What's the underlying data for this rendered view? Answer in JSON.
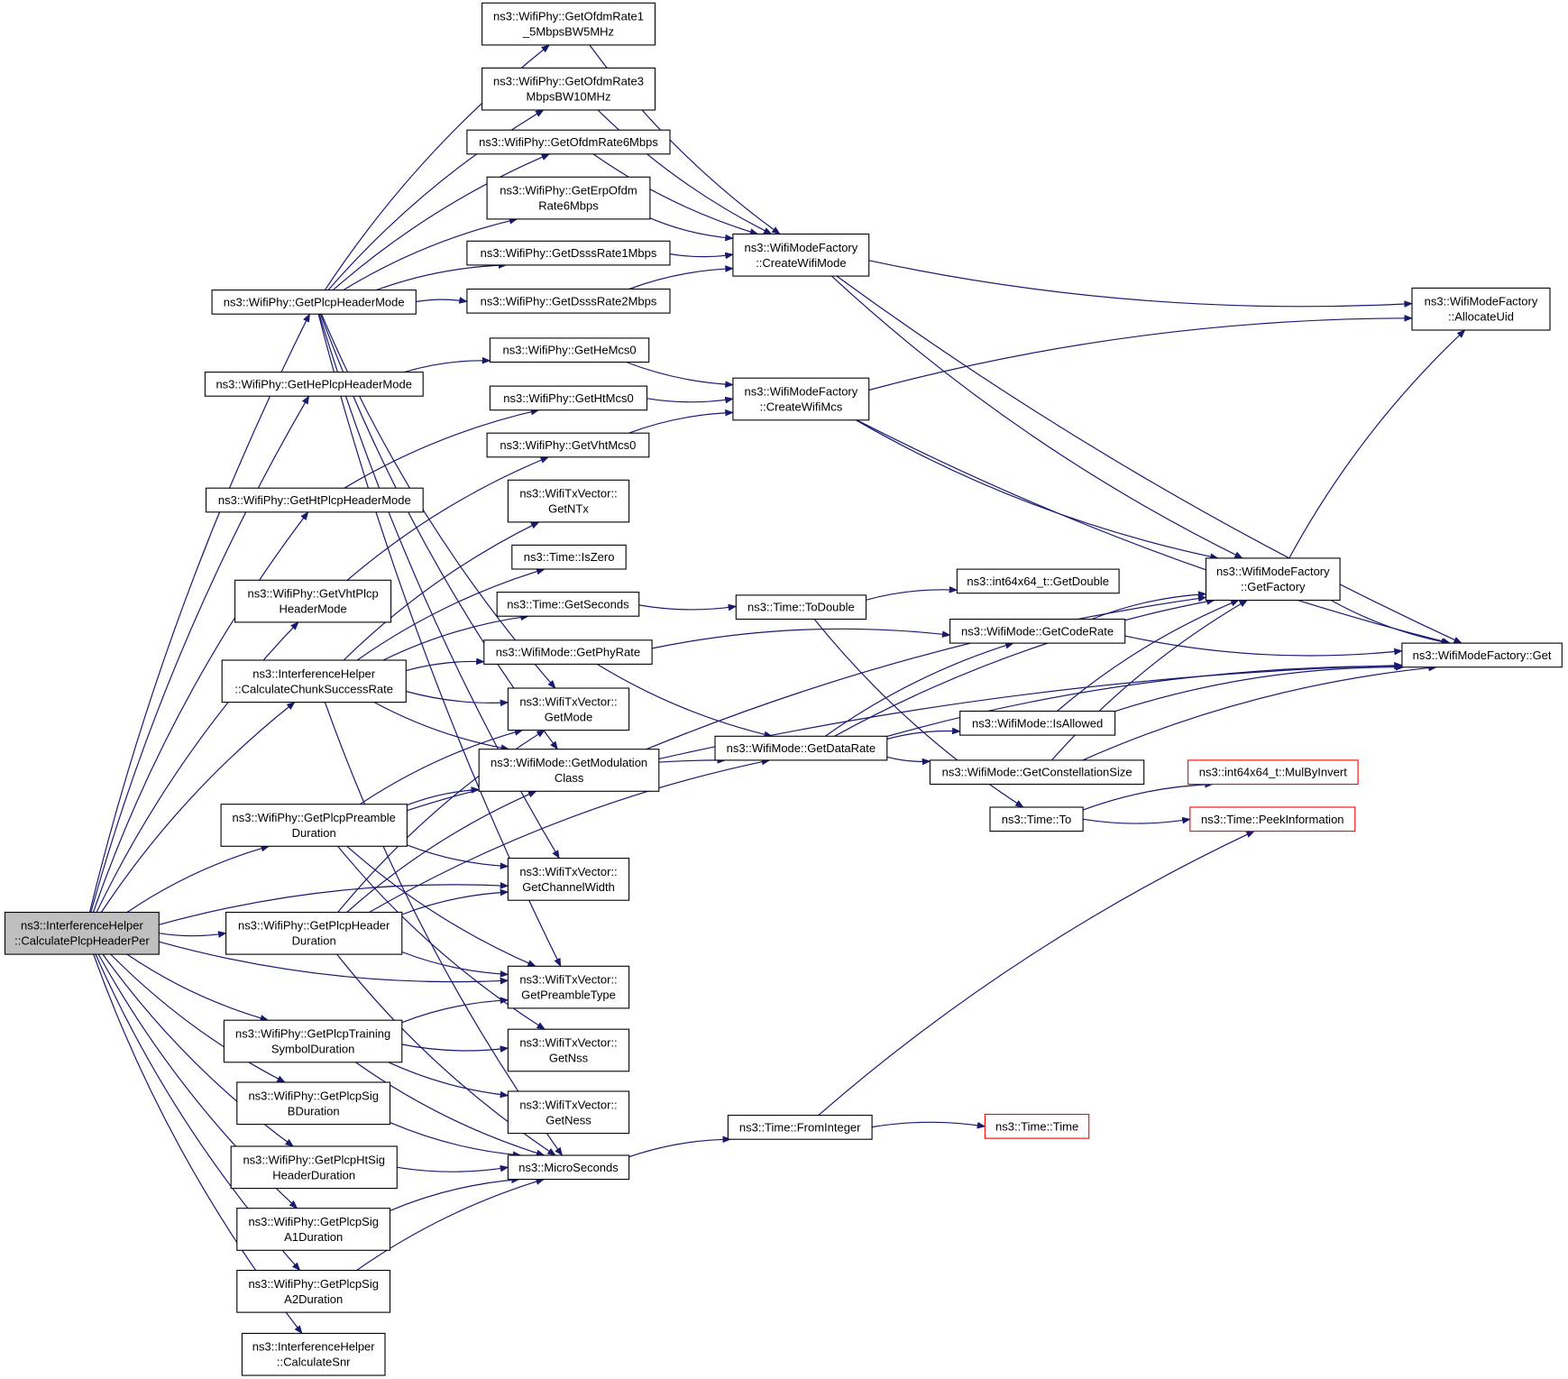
{
  "nodes": [
    {
      "id": "root",
      "lines": [
        "ns3::InterferenceHelper",
        "::CalculatePlcpHeaderPer"
      ],
      "root": true
    },
    {
      "id": "getPlcpHeaderMode",
      "lines": [
        "ns3::WifiPhy::GetPlcpHeaderMode"
      ]
    },
    {
      "id": "getHePlcpHeaderMode",
      "lines": [
        "ns3::WifiPhy::GetHePlcpHeaderMode"
      ]
    },
    {
      "id": "getHtPlcpHeaderMode",
      "lines": [
        "ns3::WifiPhy::GetHtPlcpHeaderMode"
      ]
    },
    {
      "id": "getVhtPlcpHeaderMode",
      "lines": [
        "ns3::WifiPhy::GetVhtPlcp",
        "HeaderMode"
      ]
    },
    {
      "id": "calcChunk",
      "lines": [
        "ns3::InterferenceHelper",
        "::CalculateChunkSuccessRate"
      ]
    },
    {
      "id": "getPlcpPreambleDuration",
      "lines": [
        "ns3::WifiPhy::GetPlcpPreamble",
        "Duration"
      ]
    },
    {
      "id": "getPlcpHeaderDuration",
      "lines": [
        "ns3::WifiPhy::GetPlcpHeader",
        "Duration"
      ]
    },
    {
      "id": "getPlcpTraining",
      "lines": [
        "ns3::WifiPhy::GetPlcpTraining",
        "SymbolDuration"
      ]
    },
    {
      "id": "getPlcpSigB",
      "lines": [
        "ns3::WifiPhy::GetPlcpSig",
        "BDuration"
      ]
    },
    {
      "id": "getPlcpHtSig",
      "lines": [
        "ns3::WifiPhy::GetPlcpHtSig",
        "HeaderDuration"
      ]
    },
    {
      "id": "getPlcpSigA1",
      "lines": [
        "ns3::WifiPhy::GetPlcpSig",
        "A1Duration"
      ]
    },
    {
      "id": "getPlcpSigA2",
      "lines": [
        "ns3::WifiPhy::GetPlcpSig",
        "A2Duration"
      ]
    },
    {
      "id": "calcSnr",
      "lines": [
        "ns3::InterferenceHelper",
        "::CalculateSnr"
      ]
    },
    {
      "id": "ofdm15",
      "lines": [
        "ns3::WifiPhy::GetOfdmRate1",
        "_5MbpsBW5MHz"
      ]
    },
    {
      "id": "ofdm3",
      "lines": [
        "ns3::WifiPhy::GetOfdmRate3",
        "MbpsBW10MHz"
      ]
    },
    {
      "id": "ofdm6",
      "lines": [
        "ns3::WifiPhy::GetOfdmRate6Mbps"
      ]
    },
    {
      "id": "erp6",
      "lines": [
        "ns3::WifiPhy::GetErpOfdm",
        "Rate6Mbps"
      ]
    },
    {
      "id": "dsss1",
      "lines": [
        "ns3::WifiPhy::GetDsssRate1Mbps"
      ]
    },
    {
      "id": "dsss2",
      "lines": [
        "ns3::WifiPhy::GetDsssRate2Mbps"
      ]
    },
    {
      "id": "heMcs0",
      "lines": [
        "ns3::WifiPhy::GetHeMcs0"
      ]
    },
    {
      "id": "htMcs0",
      "lines": [
        "ns3::WifiPhy::GetHtMcs0"
      ]
    },
    {
      "id": "vhtMcs0",
      "lines": [
        "ns3::WifiPhy::GetVhtMcs0"
      ]
    },
    {
      "id": "getNTx",
      "lines": [
        "ns3::WifiTxVector::",
        "GetNTx"
      ]
    },
    {
      "id": "isZero",
      "lines": [
        "ns3::Time::IsZero"
      ]
    },
    {
      "id": "getSeconds",
      "lines": [
        "ns3::Time::GetSeconds"
      ]
    },
    {
      "id": "getPhyRate",
      "lines": [
        "ns3::WifiMode::GetPhyRate"
      ]
    },
    {
      "id": "getMode",
      "lines": [
        "ns3::WifiTxVector::",
        "GetMode"
      ]
    },
    {
      "id": "getModClass",
      "lines": [
        "ns3::WifiMode::GetModulation",
        "Class"
      ]
    },
    {
      "id": "getChannelWidth",
      "lines": [
        "ns3::WifiTxVector::",
        "GetChannelWidth"
      ]
    },
    {
      "id": "getPreambleType",
      "lines": [
        "ns3::WifiTxVector::",
        "GetPreambleType"
      ]
    },
    {
      "id": "getNss",
      "lines": [
        "ns3::WifiTxVector::",
        "GetNss"
      ]
    },
    {
      "id": "getNess",
      "lines": [
        "ns3::WifiTxVector::",
        "GetNess"
      ]
    },
    {
      "id": "microSeconds",
      "lines": [
        "ns3::MicroSeconds"
      ]
    },
    {
      "id": "createWifiMode",
      "lines": [
        "ns3::WifiModeFactory",
        "::CreateWifiMode"
      ]
    },
    {
      "id": "createWifiMcs",
      "lines": [
        "ns3::WifiModeFactory",
        "::CreateWifiMcs"
      ]
    },
    {
      "id": "toDouble",
      "lines": [
        "ns3::Time::ToDouble"
      ]
    },
    {
      "id": "getDataRate",
      "lines": [
        "ns3::WifiMode::GetDataRate"
      ]
    },
    {
      "id": "fromInteger",
      "lines": [
        "ns3::Time::FromInteger"
      ]
    },
    {
      "id": "int64GetDouble",
      "lines": [
        "ns3::int64x64_t::GetDouble"
      ]
    },
    {
      "id": "getCodeRate",
      "lines": [
        "ns3::WifiMode::GetCodeRate"
      ]
    },
    {
      "id": "isAllowed",
      "lines": [
        "ns3::WifiMode::IsAllowed"
      ]
    },
    {
      "id": "getConstellation",
      "lines": [
        "ns3::WifiMode::GetConstellationSize"
      ]
    },
    {
      "id": "timeTo",
      "lines": [
        "ns3::Time::To"
      ]
    },
    {
      "id": "timeTime",
      "lines": [
        "ns3::Time::Time"
      ],
      "truncated": true
    },
    {
      "id": "getFactory",
      "lines": [
        "ns3::WifiModeFactory",
        "::GetFactory"
      ]
    },
    {
      "id": "mulByInvert",
      "lines": [
        "ns3::int64x64_t::MulByInvert"
      ],
      "truncated": true
    },
    {
      "id": "peekInfo",
      "lines": [
        "ns3::Time::PeekInformation"
      ],
      "truncated": true
    },
    {
      "id": "allocateUid",
      "lines": [
        "ns3::WifiModeFactory",
        "::AllocateUid"
      ]
    },
    {
      "id": "factoryGet",
      "lines": [
        "ns3::WifiModeFactory::Get"
      ]
    }
  ],
  "edges": [
    [
      "root",
      "getPlcpHeaderMode"
    ],
    [
      "root",
      "getHePlcpHeaderMode"
    ],
    [
      "root",
      "getHtPlcpHeaderMode"
    ],
    [
      "root",
      "getVhtPlcpHeaderMode"
    ],
    [
      "root",
      "calcChunk"
    ],
    [
      "root",
      "getPlcpPreambleDuration"
    ],
    [
      "root",
      "getChannelWidth"
    ],
    [
      "root",
      "getPlcpHeaderDuration"
    ],
    [
      "root",
      "getPreambleType"
    ],
    [
      "root",
      "getPlcpTraining"
    ],
    [
      "root",
      "getPlcpSigB"
    ],
    [
      "root",
      "getPlcpHtSig"
    ],
    [
      "root",
      "getPlcpSigA1"
    ],
    [
      "root",
      "getPlcpSigA2"
    ],
    [
      "root",
      "calcSnr"
    ],
    [
      "getPlcpHeaderMode",
      "ofdm15"
    ],
    [
      "getPlcpHeaderMode",
      "ofdm3"
    ],
    [
      "getPlcpHeaderMode",
      "ofdm6"
    ],
    [
      "getPlcpHeaderMode",
      "erp6"
    ],
    [
      "getPlcpHeaderMode",
      "dsss1"
    ],
    [
      "getPlcpHeaderMode",
      "dsss2"
    ],
    [
      "getPlcpHeaderMode",
      "getMode"
    ],
    [
      "getPlcpHeaderMode",
      "getModClass"
    ],
    [
      "getPlcpHeaderMode",
      "getChannelWidth"
    ],
    [
      "getPlcpHeaderMode",
      "getPreambleType"
    ],
    [
      "getHePlcpHeaderMode",
      "heMcs0"
    ],
    [
      "getHtPlcpHeaderMode",
      "htMcs0"
    ],
    [
      "getVhtPlcpHeaderMode",
      "vhtMcs0"
    ],
    [
      "calcChunk",
      "getNTx"
    ],
    [
      "calcChunk",
      "isZero"
    ],
    [
      "calcChunk",
      "getSeconds"
    ],
    [
      "calcChunk",
      "getPhyRate"
    ],
    [
      "calcChunk",
      "getMode"
    ],
    [
      "calcChunk",
      "getModClass"
    ],
    [
      "calcChunk",
      "microSeconds"
    ],
    [
      "getPlcpPreambleDuration",
      "getMode"
    ],
    [
      "getPlcpPreambleDuration",
      "getModClass"
    ],
    [
      "getPlcpPreambleDuration",
      "getDataRate"
    ],
    [
      "getPlcpPreambleDuration",
      "getChannelWidth"
    ],
    [
      "getPlcpPreambleDuration",
      "getPreambleType"
    ],
    [
      "getPlcpPreambleDuration",
      "getNss"
    ],
    [
      "getPlcpHeaderDuration",
      "getMode"
    ],
    [
      "getPlcpHeaderDuration",
      "getModClass"
    ],
    [
      "getPlcpHeaderDuration",
      "getChannelWidth"
    ],
    [
      "getPlcpHeaderDuration",
      "getPreambleType"
    ],
    [
      "getPlcpHeaderDuration",
      "getDataRate"
    ],
    [
      "getPlcpHeaderDuration",
      "microSeconds"
    ],
    [
      "getPlcpTraining",
      "getPreambleType"
    ],
    [
      "getPlcpTraining",
      "getNss"
    ],
    [
      "getPlcpTraining",
      "getNess"
    ],
    [
      "getPlcpTraining",
      "microSeconds"
    ],
    [
      "getPlcpSigB",
      "microSeconds"
    ],
    [
      "getPlcpHtSig",
      "microSeconds"
    ],
    [
      "getPlcpSigA1",
      "microSeconds"
    ],
    [
      "getPlcpSigA2",
      "microSeconds"
    ],
    [
      "ofdm15",
      "createWifiMode"
    ],
    [
      "ofdm3",
      "createWifiMode"
    ],
    [
      "ofdm6",
      "createWifiMode"
    ],
    [
      "erp6",
      "createWifiMode"
    ],
    [
      "dsss1",
      "createWifiMode"
    ],
    [
      "dsss2",
      "createWifiMode"
    ],
    [
      "heMcs0",
      "createWifiMcs"
    ],
    [
      "htMcs0",
      "createWifiMcs"
    ],
    [
      "vhtMcs0",
      "createWifiMcs"
    ],
    [
      "createWifiMode",
      "allocateUid"
    ],
    [
      "createWifiMode",
      "getFactory"
    ],
    [
      "createWifiMode",
      "factoryGet"
    ],
    [
      "createWifiMcs",
      "allocateUid"
    ],
    [
      "createWifiMcs",
      "getFactory"
    ],
    [
      "createWifiMcs",
      "factoryGet"
    ],
    [
      "getSeconds",
      "toDouble"
    ],
    [
      "toDouble",
      "int64GetDouble"
    ],
    [
      "toDouble",
      "timeTo"
    ],
    [
      "getPhyRate",
      "getCodeRate"
    ],
    [
      "getPhyRate",
      "getDataRate"
    ],
    [
      "getModClass",
      "getFactory"
    ],
    [
      "getModClass",
      "factoryGet"
    ],
    [
      "getDataRate",
      "getCodeRate"
    ],
    [
      "getDataRate",
      "isAllowed"
    ],
    [
      "getDataRate",
      "getConstellation"
    ],
    [
      "getDataRate",
      "getFactory"
    ],
    [
      "getDataRate",
      "factoryGet"
    ],
    [
      "getCodeRate",
      "getFactory"
    ],
    [
      "getCodeRate",
      "factoryGet"
    ],
    [
      "isAllowed",
      "getFactory"
    ],
    [
      "isAllowed",
      "factoryGet"
    ],
    [
      "getConstellation",
      "getFactory"
    ],
    [
      "getConstellation",
      "factoryGet"
    ],
    [
      "timeTo",
      "mulByInvert"
    ],
    [
      "timeTo",
      "peekInfo"
    ],
    [
      "microSeconds",
      "fromInteger"
    ],
    [
      "fromInteger",
      "timeTime"
    ],
    [
      "fromInteger",
      "peekInfo"
    ],
    [
      "getFactory",
      "allocateUid"
    ],
    [
      "getFactory",
      "factoryGet"
    ]
  ]
}
